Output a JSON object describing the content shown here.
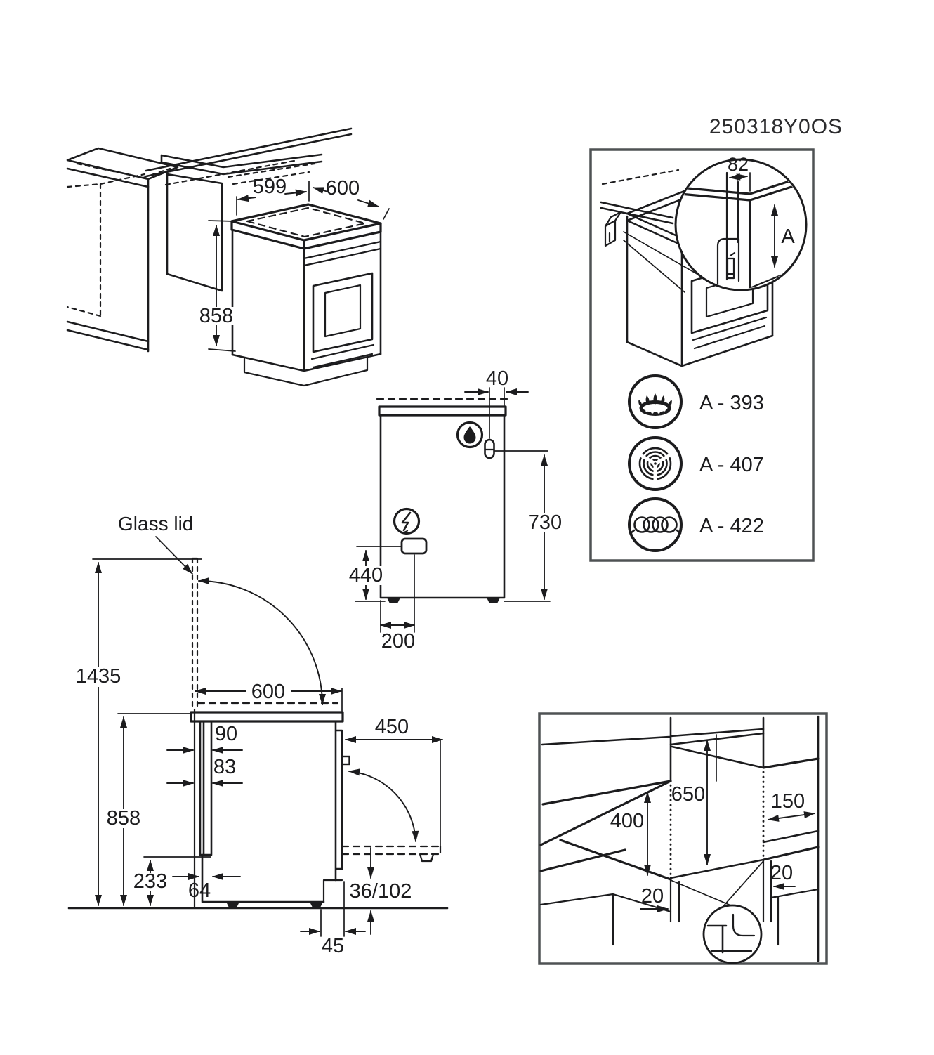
{
  "doc": {
    "code": "250318Y0OS"
  },
  "fig_fit": {
    "hob_width": "599",
    "depth": "600",
    "height": "858"
  },
  "fig_bracket": {
    "slot_width": "82",
    "dim_ref": "A",
    "hob_types": [
      {
        "icon": "gas-burner-icon",
        "label": "A - 393"
      },
      {
        "icon": "radiant-hob-icon",
        "label": "A - 407"
      },
      {
        "icon": "coil-hob-icon",
        "label": "A - 422"
      }
    ]
  },
  "fig_rear": {
    "gas_side_offset": "40",
    "gas_height": "730",
    "outlet_height": "440",
    "outlet_side_offset": "200"
  },
  "fig_side": {
    "lid_label": "Glass lid",
    "open_lid_height": "1435",
    "worktop_height": "858",
    "rear_lower_height": "233",
    "rear_gap_lower": "64",
    "depth": "600",
    "rear_gap_top": "90",
    "rear_gap_mid": "83",
    "door_open_depth": "450",
    "foot_adjust": "36/102",
    "foot_offset": "45"
  },
  "fig_clearance": {
    "cabinet_clearance": "400",
    "hood_clearance": "650",
    "side_shelf_depth": "150",
    "side_gap_right": "20",
    "side_gap_left": "20"
  }
}
